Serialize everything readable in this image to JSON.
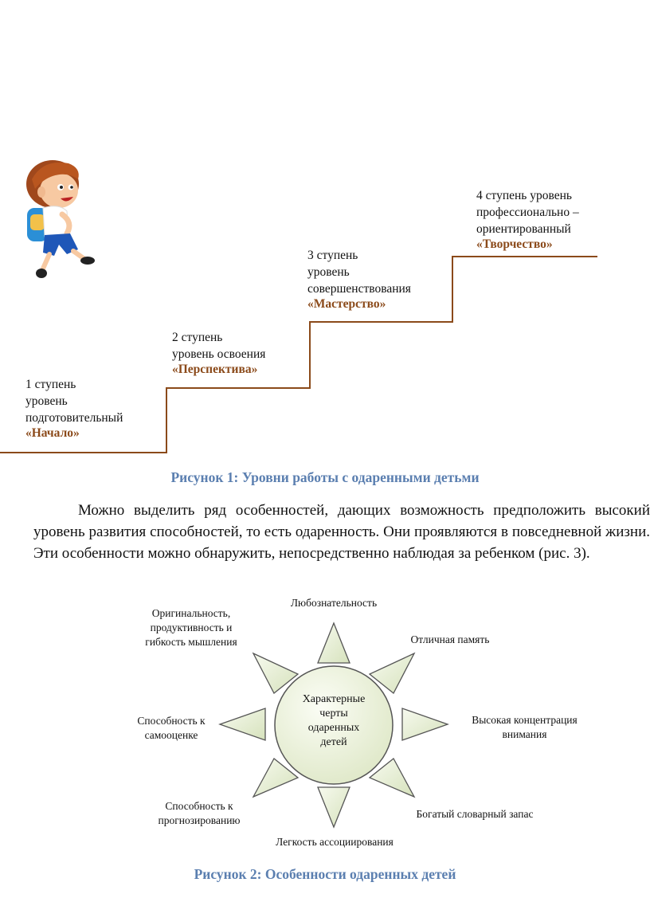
{
  "steps": [
    {
      "label": "1 ступень\n уровень\nподготовительный",
      "name": "«Начало»"
    },
    {
      "label": "2 ступень\nуровень освоения",
      "name": "«Перспектива»"
    },
    {
      "label": "3 ступень\nуровень\nсовершенствования",
      "name": "«Мастерство»"
    },
    {
      "label": "4 ступень уровень\nпрофессионально –\nориентированный",
      "name": "«Творчество»"
    }
  ],
  "figure1_caption": "Рисунок 1: Уровни работы с одаренными детьми",
  "paragraph": "Можно выделить ряд особенностей, дающих возможность предположить высокий уровень развития способностей, то есть одаренность. Они проявляются в повседневной жизни. Эти особенности можно обнаружить, непосредственно наблюдая за ребенком (рис. 3).",
  "sun": {
    "center": "Характерные\nчерты\nодаренных\nдетей",
    "traits": {
      "top": "Любознательность",
      "top_right": "Отличная память",
      "right": "Высокая концентрация\nвнимания",
      "bottom_right": "Богатый словарный запас",
      "bottom": "Легкость ассоциирования",
      "bottom_left": "Способность к\nпрогнозированию",
      "left": "Способность к\nсамооценке",
      "top_left": "Оригинальность,\nпродуктивность и\nгибкость мышления"
    }
  },
  "figure2_caption": "Рисунок 2: Особенности одаренных детей",
  "colors": {
    "stair_line": "#8b4a1a",
    "caption": "#5b7fb0",
    "ray_fill": "#e4ecd4",
    "ray_stroke": "#555555"
  }
}
